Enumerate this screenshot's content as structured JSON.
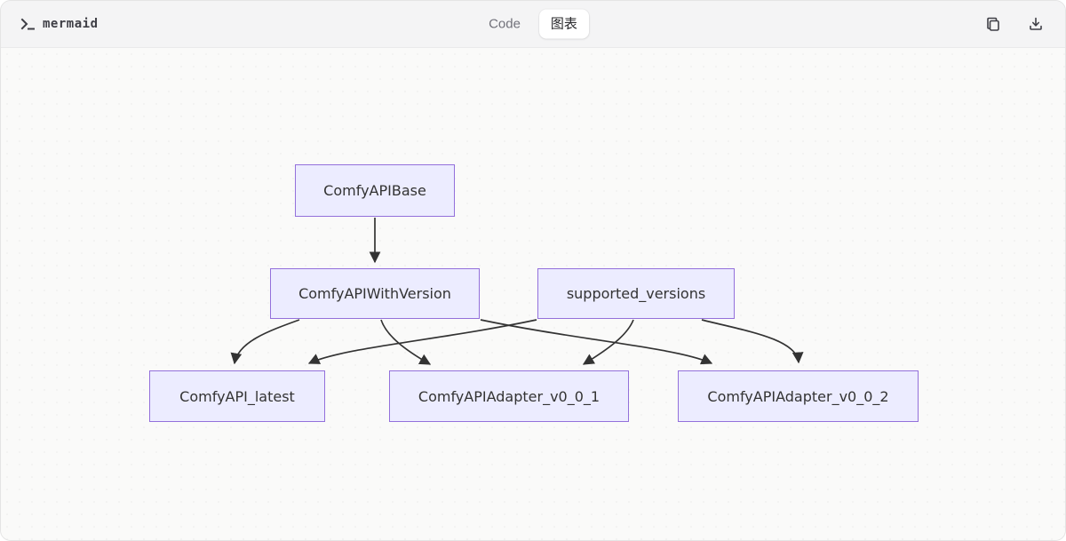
{
  "header": {
    "brand": {
      "icon": "terminal-icon",
      "label": "mermaid"
    },
    "tabs": [
      {
        "label": "Code",
        "active": false
      },
      {
        "label": "图表",
        "active": true
      }
    ],
    "actions": [
      {
        "icon": "copy-icon"
      },
      {
        "icon": "download-icon"
      }
    ]
  },
  "diagram": {
    "type": "flowchart",
    "direction": "top-down",
    "nodes": [
      {
        "id": "ComfyAPIBase",
        "label": "ComfyAPIBase"
      },
      {
        "id": "ComfyAPIWithVersion",
        "label": "ComfyAPIWithVersion"
      },
      {
        "id": "supported_versions",
        "label": "supported_versions"
      },
      {
        "id": "ComfyAPI_latest",
        "label": "ComfyAPI_latest"
      },
      {
        "id": "ComfyAPIAdapter_v0_0_1",
        "label": "ComfyAPIAdapter_v0_0_1"
      },
      {
        "id": "ComfyAPIAdapter_v0_0_2",
        "label": "ComfyAPIAdapter_v0_0_2"
      }
    ],
    "edges": [
      {
        "from": "ComfyAPIBase",
        "to": "ComfyAPIWithVersion"
      },
      {
        "from": "ComfyAPIWithVersion",
        "to": "ComfyAPI_latest"
      },
      {
        "from": "ComfyAPIWithVersion",
        "to": "ComfyAPIAdapter_v0_0_1"
      },
      {
        "from": "ComfyAPIWithVersion",
        "to": "ComfyAPIAdapter_v0_0_2"
      },
      {
        "from": "supported_versions",
        "to": "ComfyAPI_latest"
      },
      {
        "from": "supported_versions",
        "to": "ComfyAPIAdapter_v0_0_1"
      },
      {
        "from": "supported_versions",
        "to": "ComfyAPIAdapter_v0_0_2"
      }
    ],
    "colors": {
      "node_fill": "#ECECFF",
      "node_border": "#9370DB",
      "edge": "#333333",
      "node_text": "#333333"
    }
  }
}
